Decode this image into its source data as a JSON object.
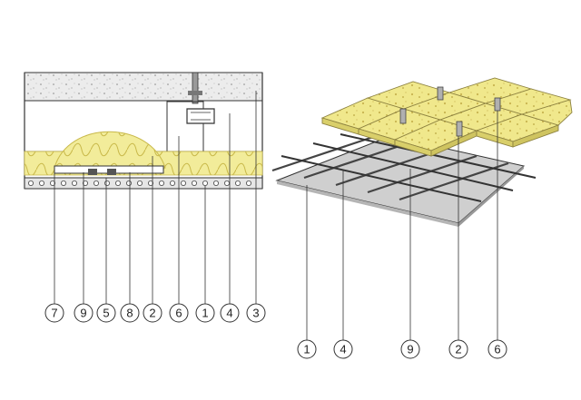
{
  "section_callouts": [
    "7",
    "9",
    "5",
    "8",
    "2",
    "6",
    "1",
    "4",
    "3"
  ],
  "iso_callouts": [
    "1",
    "4",
    "9",
    "2",
    "6"
  ],
  "colors": {
    "insulation": "#f2ec9a",
    "insulation_stroke": "#c9b94a",
    "concrete": "#ececec",
    "line": "#333333",
    "board": "#cfcfcf",
    "profile": "#555555"
  }
}
